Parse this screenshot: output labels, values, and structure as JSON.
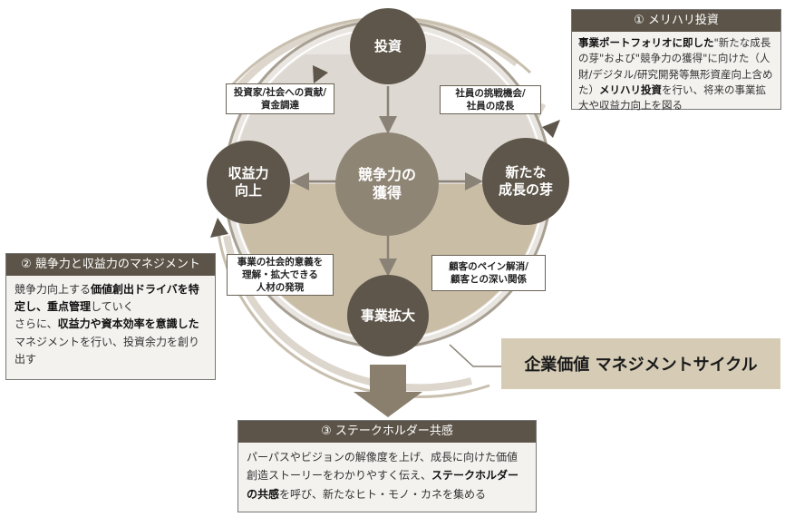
{
  "colors": {
    "node_dark": "#5e564a",
    "node_center": "#8f8575",
    "circle_top": "#ddd8d2",
    "circle_bottom": "#c9bda6",
    "panel_head": "#5c5448",
    "title_bg": "#d6ccb6",
    "big_arrow": "#8a7f6c"
  },
  "nodes": {
    "invest": "投資",
    "competitive": "競争力の\n獲得",
    "new_growth": "新たな\n成長の芽",
    "profit": "収益力\n向上",
    "business": "事業拡大"
  },
  "labels": {
    "investor": "投資家/社会への貢献/\n資金調達",
    "employee": "社員の挑戦機会/\n社員の成長",
    "social": "事業の社会的意義を\n理解・拡大できる\n人材の発現",
    "customer": "顧客のペイン解消/\n顧客との深い関係"
  },
  "panel1": {
    "title": "① メリハリ投資",
    "b1": "事業ポートフォリオに即した",
    "t1": "\"新たな成長の芽\"および\"競争力の獲得\"に向けた（人財/デジタル/研究開発等無形資産向上含めた）",
    "b2": "メリハリ投資",
    "t2": "を行い、将来の事業拡大や収益力向上を図る"
  },
  "panel2": {
    "title": "② 競争力と収益力のマネジメント",
    "t1": "競争力向上する",
    "b1": "価値創出ドライバを特定し、重点管理",
    "t2": "していく",
    "t3": "さらに、",
    "b2": "収益力や資本効率を意識した",
    "t4": "マネジメントを行い、投資余力を創り出す"
  },
  "panel3": {
    "title": "③ ステークホルダー共感",
    "t1": "パーパスやビジョンの解像度を上げ、成長に向けた価値創造ストーリーをわかりやすく伝え、",
    "b1": "ステークホルダーの共感",
    "t2": "を呼び、新たなヒト・モノ・カネを集める"
  },
  "title": "企業価値 マネジメントサイクル"
}
